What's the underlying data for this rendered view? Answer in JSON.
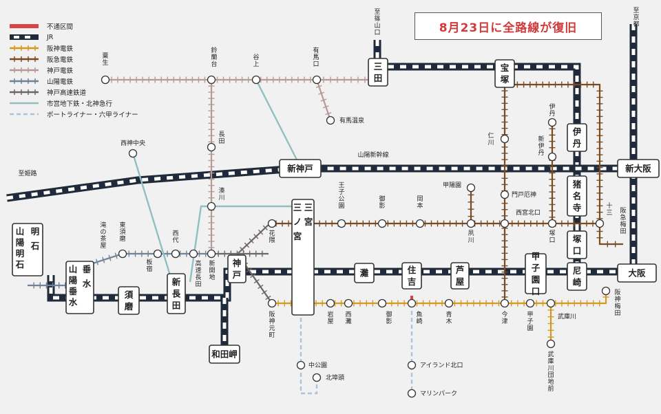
{
  "banner": "8月23日に全路線が復旧",
  "legend": [
    {
      "key": "closed",
      "label": "不通区間",
      "color": "#d94545"
    },
    {
      "key": "jr",
      "label": "JR",
      "color": "#1f2a3a"
    },
    {
      "key": "hanshin",
      "label": "阪神電鉄",
      "color": "#d49a1f"
    },
    {
      "key": "hankyu",
      "label": "阪急電鉄",
      "color": "#7a4a22"
    },
    {
      "key": "kobe",
      "label": "神戸電鉄",
      "color": "#b79a98"
    },
    {
      "key": "sanyo",
      "label": "山陽電鉄",
      "color": "#6f8296"
    },
    {
      "key": "kosoku",
      "label": "神戸高速鉄道",
      "color": "#6e6565"
    },
    {
      "key": "subway",
      "label": "市営地下鉄・北神急行",
      "color": "#8fbfbf"
    },
    {
      "key": "portliner",
      "label": "ポートライナー・六甲ライナー",
      "color": "#a9c3df"
    }
  ],
  "directions": {
    "sasayama": "至篠山口",
    "kyoto": "至京都",
    "himeji": "至姫路"
  },
  "line_labels": {
    "sanyo_shinkansen": "山陽新幹線"
  },
  "stations": {
    "sannomiya": "三宮・三ノ宮",
    "shinkobe": "新神戸",
    "shinosaka": "新大阪",
    "osaka": "大阪",
    "sanda": "三田",
    "takarazuka": "宝塚",
    "itami": "伊丹",
    "inadera": "猪名寺",
    "tsukaguchi_jr": "塚口",
    "amagasaki": "尼崎",
    "koshienguchi": "甲子園口",
    "ashiya": "芦屋",
    "sumiyoshi": "住吉",
    "nada": "灘",
    "kobe": "神戸",
    "wadamisaki": "和田岬",
    "shinnagata": "新長田",
    "suma": "須磨",
    "tarumi": "垂水",
    "akashi": "明石",
    "sanyo_akashi": "山陽明石",
    "sanyo_tarumi": "山陽垂水",
    "awaku": "粟生",
    "suzurandai": "鈴蘭台",
    "tanigami": "谷上",
    "arimaguchi": "有馬口",
    "arimaonsen": "有馬温泉",
    "nagata_k": "長田",
    "minatogawa": "湊川",
    "shinkaichi": "新開地",
    "kosoku_nagata": "高速長田",
    "nishidai": "西代",
    "itayado": "板宿",
    "higashisuma": "東須磨",
    "takinochaya": "滝の茶屋",
    "seishin": "西神中央",
    "hanakuma": "花隈",
    "motomachi": "阪神元町",
    "oji": "王子公園",
    "mikage_hk": "御影",
    "okamoto": "岡本",
    "shukugawa": "夙川",
    "kobuen": "甲陽園",
    "nishinomiya_kitaguchi": "西宮北口",
    "mondo": "門戸厄神",
    "nigawa": "仁川",
    "itami_hk": "伊丹",
    "shinitami": "新伊丹",
    "tsukaguchi_hk": "塚口",
    "juso": "十三",
    "umeda_hk": "阪急梅田",
    "iwaya": "岩屋",
    "nishinada": "西灘",
    "mikage_hs": "御影",
    "uozaki": "魚崎",
    "aogi": "青木",
    "imazu": "今津",
    "koshien": "甲子園",
    "mukogawa": "武庫川",
    "mukogawa_danchi": "武庫川団地前",
    "umeda_hs": "阪神梅田",
    "nakakoen": "中公園",
    "kitafuto": "北埠頭",
    "island_kitaguchi": "アイランド北口",
    "marine_park": "マリンパーク"
  }
}
